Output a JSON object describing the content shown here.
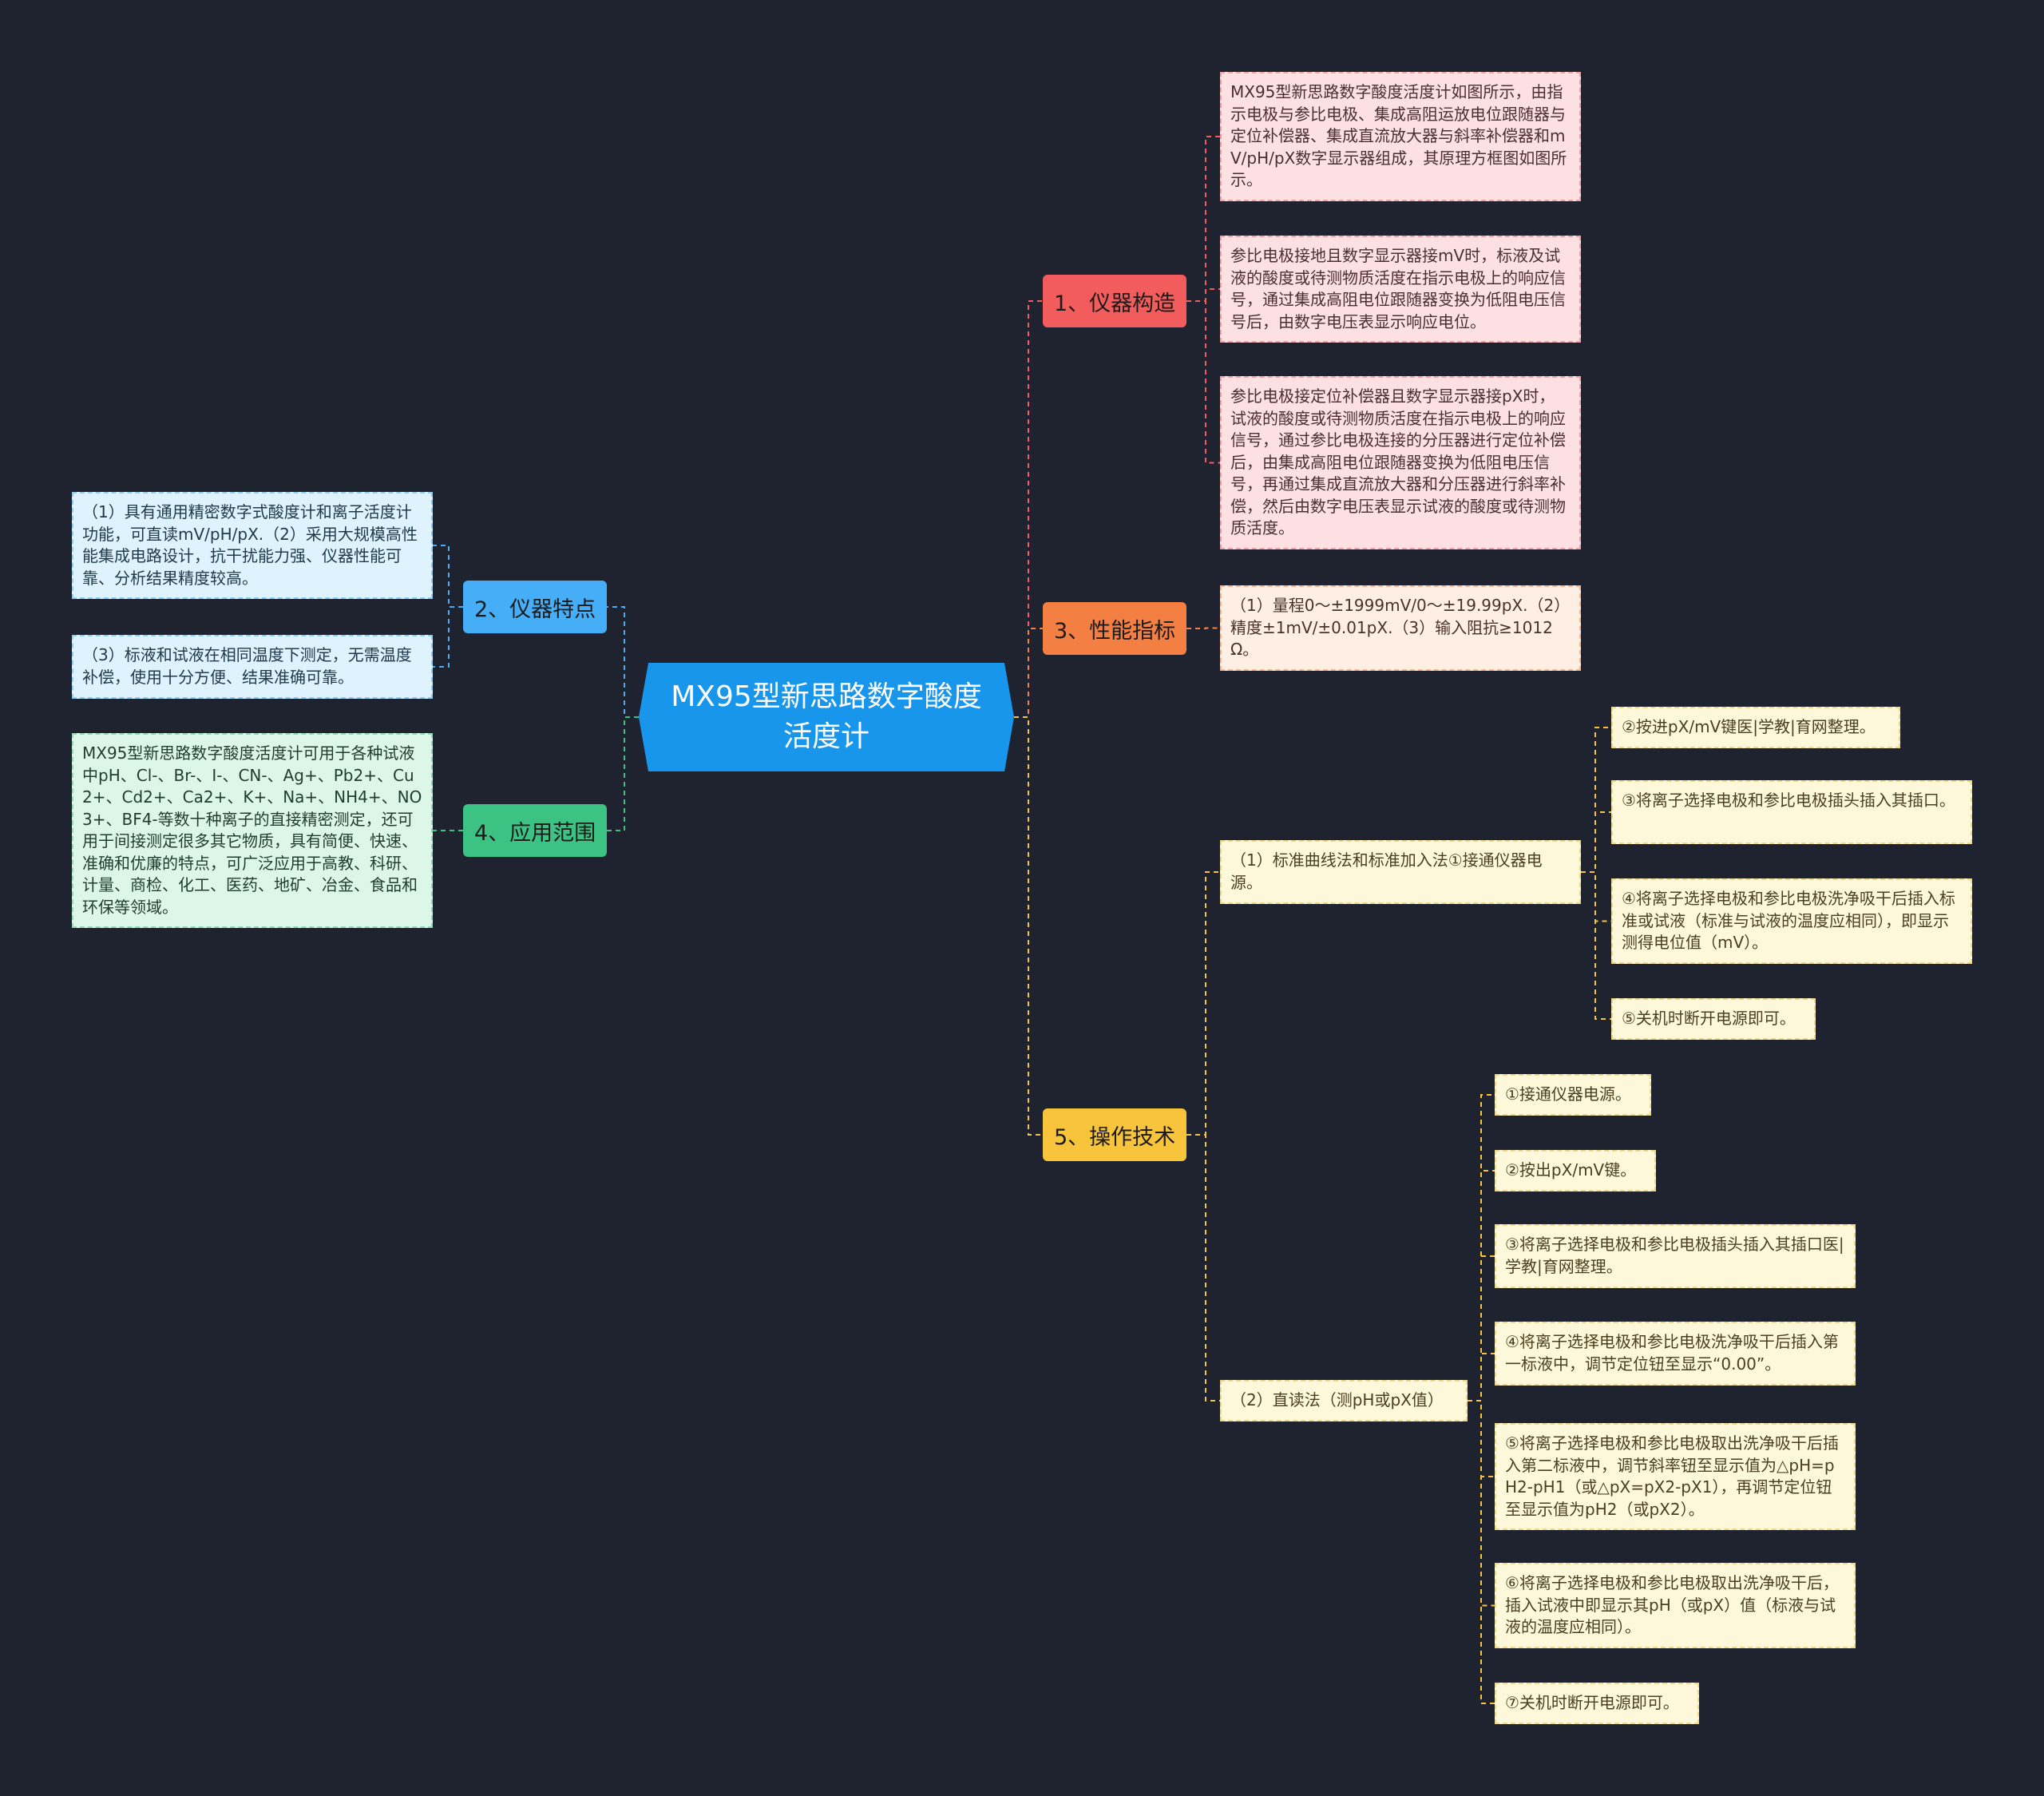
{
  "title": "MX95型新思路数字酸度活度计",
  "branches": {
    "b1": {
      "label": "1、仪器构造"
    },
    "b2": {
      "label": "2、仪器特点"
    },
    "b3": {
      "label": "3、性能指标"
    },
    "b4": {
      "label": "4、应用范围"
    },
    "b5": {
      "label": "5、操作技术"
    }
  },
  "leaves": {
    "b1_1": "MX95型新思路数字酸度活度计如图所示，由指示电极与参比电极、集成高阻运放电位跟随器与定位补偿器、集成直流放大器与斜率补偿器和mV/pH/pX数字显示器组成，其原理方框图如图所示。",
    "b1_2": "参比电极接地且数字显示器接mV时，标液及试液的酸度或待测物质活度在指示电极上的响应信号，通过集成高阻电位跟随器变换为低阻电压信号后，由数字电压表显示响应电位。",
    "b1_3": "参比电极接定位补偿器且数字显示器接pX时，试液的酸度或待测物质活度在指示电极上的响应信号，通过参比电极连接的分压器进行定位补偿后，由集成高阻电位跟随器变换为低阻电压信号，再通过集成直流放大器和分压器进行斜率补偿，然后由数字电压表显示试液的酸度或待测物质活度。",
    "b2_1": "（1）具有通用精密数字式酸度计和离子活度计功能，可直读mV/pH/pX.（2）采用大规模高性能集成电路设计，抗干扰能力强、仪器性能可靠、分析结果精度较高。",
    "b2_2": "（3）标液和试液在相同温度下测定，无需温度补偿，使用十分方便、结果准确可靠。",
    "b3_1": "（1）量程0～±1999mV/0～±19.99pX.（2）精度±1mV/±0.01pX.（3）输入阻抗≥1012Ω。",
    "b4_1": "MX95型新思路数字酸度活度计可用于各种试液中pH、Cl-、Br-、I-、CN-、Ag+、Pb2+、Cu2+、Cd2+、Ca2+、K+、Na+、NH4+、NO3+、BF4-等数十种离子的直接精密测定，还可用于间接测定很多其它物质，具有简便、快速、准确和优廉的特点，可广泛应用于高教、科研、计量、商检、化工、医药、地矿、冶金、食品和环保等领域。",
    "b5_1": "（1）标准曲线法和标准加入法①接通仪器电源。",
    "b5_2": "（2）直读法（测pH或pX值）",
    "b5_1_1": "②按进pX/mV键医|学教|育网整理。",
    "b5_1_2": "③将离子选择电极和参比电极插头插入其插口。",
    "b5_1_3": "④将离子选择电极和参比电极洗净吸干后插入标准或试液（标准与试液的温度应相同），即显示测得电位值（mV）。",
    "b5_1_4": "⑤关机时断开电源即可。",
    "b5_2_1": "①接通仪器电源。",
    "b5_2_2": "②按出pX/mV键。",
    "b5_2_3": "③将离子选择电极和参比电极插头插入其插口医|学教|育网整理。",
    "b5_2_4": "④将离子选择电极和参比电极洗净吸干后插入第一标液中，调节定位钮至显示“0.00”。",
    "b5_2_5": "⑤将离子选择电极和参比电极取出洗净吸干后插入第二标液中，调节斜率钮至显示值为△pH=pH2-pH1（或△pX=pX2-pX1），再调节定位钮至显示值为pH2（或pX2）。",
    "b5_2_6": "⑥将离子选择电极和参比电极取出洗净吸干后，插入试液中即显示其pH（或pX）值（标液与试液的温度应相同）。",
    "b5_2_7": "⑦关机时断开电源即可。"
  },
  "colors": {
    "b1": "#f25c5c",
    "b2": "#45aef7",
    "b3": "#f47f43",
    "b4": "#3cc283",
    "b5": "#f7c43b"
  }
}
